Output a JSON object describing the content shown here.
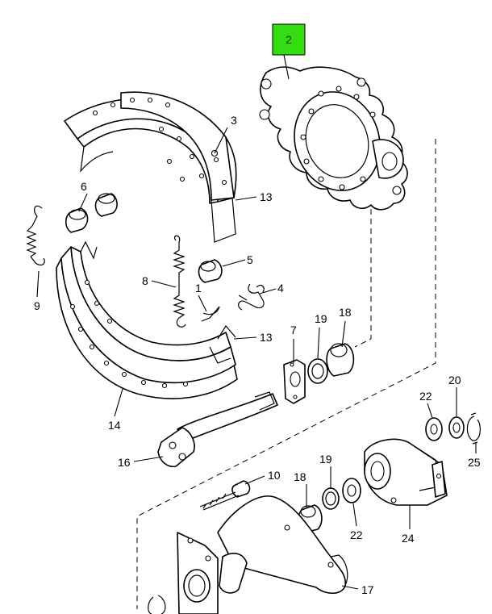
{
  "highlight_color": "#33dd11",
  "callouts": {
    "c1": "1",
    "c2": "2",
    "c3": "3",
    "c4": "4",
    "c5": "5",
    "c6": "6",
    "c7": "7",
    "c8": "8",
    "c9": "9",
    "c10": "10",
    "c13a": "13",
    "c13b": "13",
    "c14": "14",
    "c16": "16",
    "c17": "17",
    "c18a": "18",
    "c18b": "18",
    "c19a": "19",
    "c19b": "19",
    "c20": "20",
    "c22a": "22",
    "c22b": "22",
    "c24": "24",
    "c25": "25"
  }
}
